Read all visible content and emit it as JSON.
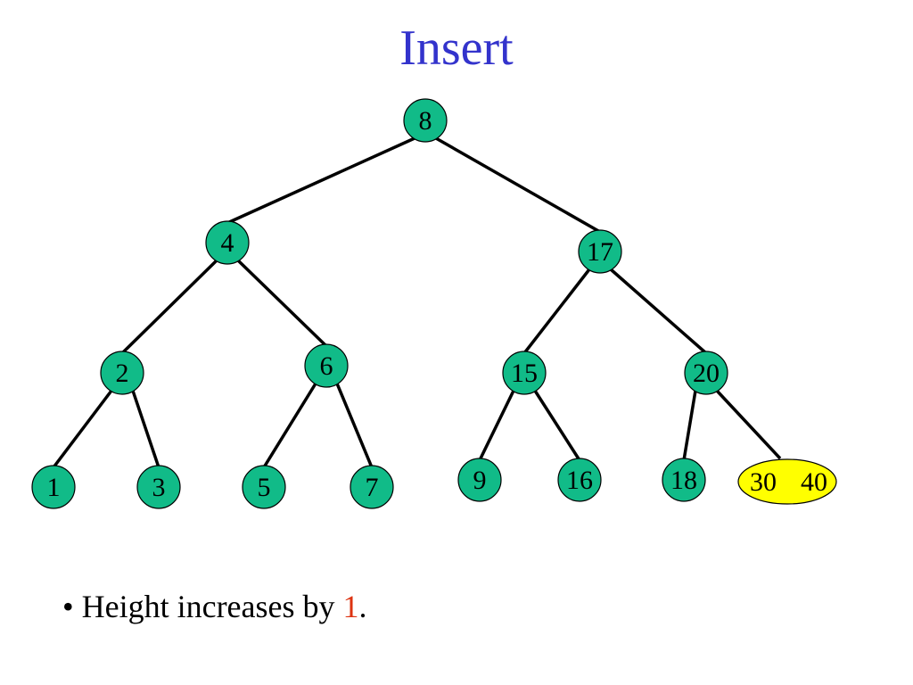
{
  "title": "Insert",
  "colors": {
    "title": "#3333cc",
    "node_fill": "#11bb88",
    "highlight_fill": "#ffff00",
    "edge": "#000000",
    "accent": "#dd3311"
  },
  "tree": {
    "root": {
      "keys": [
        "8"
      ],
      "children": [
        {
          "keys": [
            "4"
          ],
          "children": [
            {
              "keys": [
                "2"
              ],
              "children": [
                {
                  "keys": [
                    "1"
                  ]
                },
                {
                  "keys": [
                    "3"
                  ]
                }
              ]
            },
            {
              "keys": [
                "6"
              ],
              "children": [
                {
                  "keys": [
                    "5"
                  ]
                },
                {
                  "keys": [
                    "7"
                  ]
                }
              ]
            }
          ]
        },
        {
          "keys": [
            "17"
          ],
          "children": [
            {
              "keys": [
                "15"
              ],
              "children": [
                {
                  "keys": [
                    "9"
                  ]
                },
                {
                  "keys": [
                    "16"
                  ]
                }
              ]
            },
            {
              "keys": [
                "20"
              ],
              "children": [
                {
                  "keys": [
                    "18"
                  ]
                },
                {
                  "keys": [
                    "30",
                    "40"
                  ],
                  "highlighted": true
                }
              ]
            }
          ]
        }
      ]
    }
  },
  "bullet": {
    "marker": "•",
    "text": "Height increases by ",
    "highlight": "1",
    "suffix": "."
  }
}
